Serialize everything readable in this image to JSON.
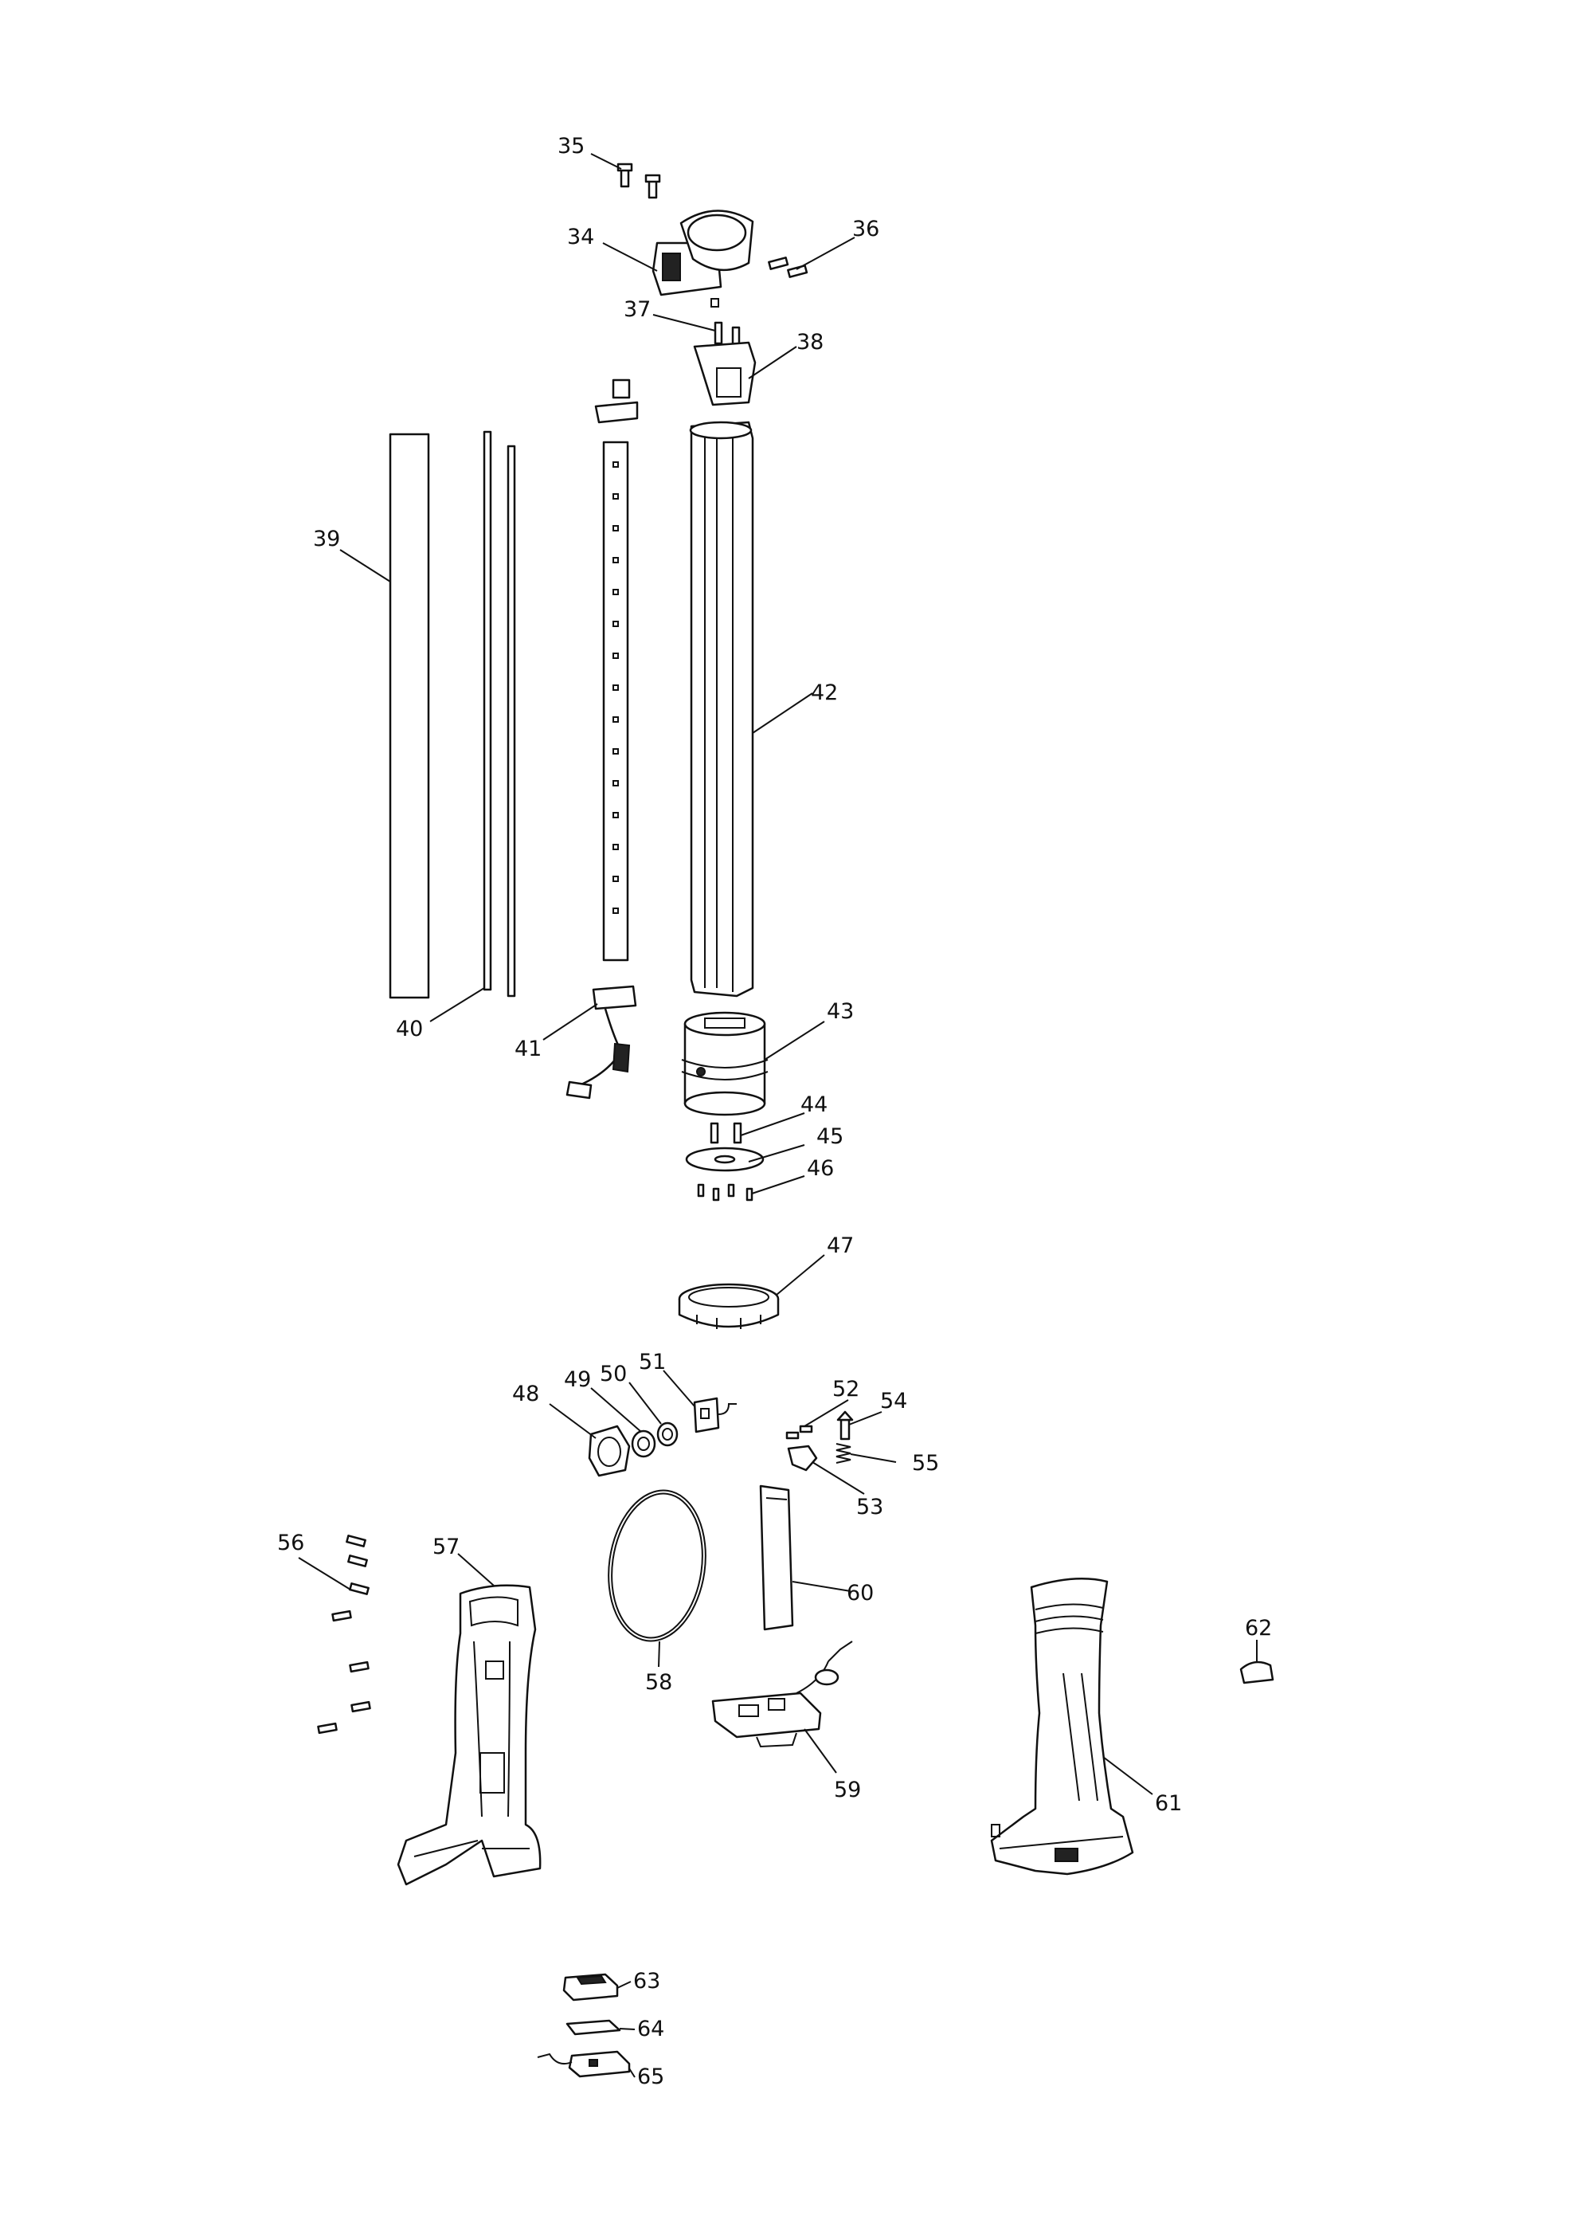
{
  "diagram": {
    "labels": {
      "p35": "35",
      "p34": "34",
      "p36": "36",
      "p37": "37",
      "p38": "38",
      "p39": "39",
      "p42": "42",
      "p40": "40",
      "p41": "41",
      "p43": "43",
      "p44": "44",
      "p45": "45",
      "p46": "46",
      "p47": "47",
      "p48": "48",
      "p49": "49",
      "p50": "50",
      "p51": "51",
      "p52": "52",
      "p54": "54",
      "p55": "55",
      "p53": "53",
      "p56": "56",
      "p57": "57",
      "p58": "58",
      "p60": "60",
      "p59": "59",
      "p61": "61",
      "p62": "62",
      "p63": "63",
      "p64": "64",
      "p65": "65"
    }
  }
}
